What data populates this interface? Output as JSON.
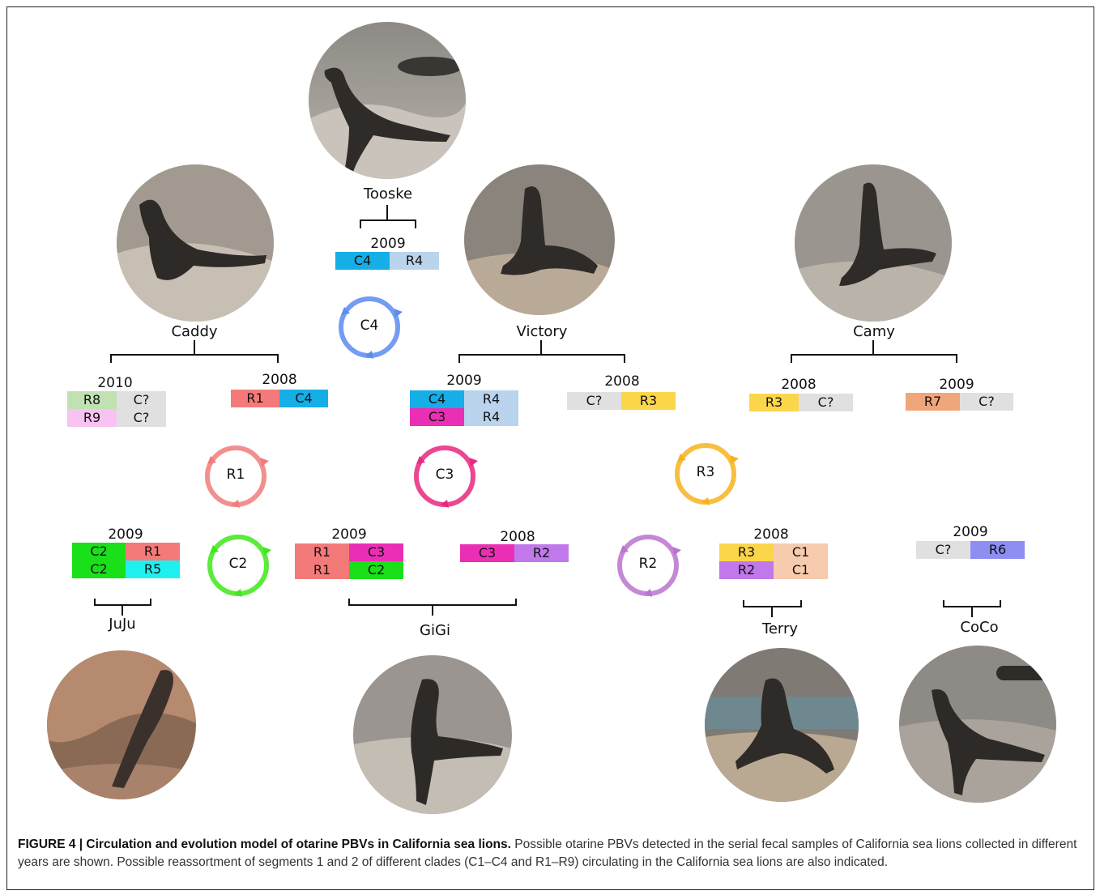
{
  "colors": {
    "C4": "#16aee6",
    "R4": "#b9d4ec",
    "R1": "#f47a7a",
    "C2": "#19e019",
    "R5": "#1ef0f0",
    "C3": "#ea2fb4",
    "R2": "#c078ea",
    "R3": "#fbd54a",
    "R6": "#8d8df2",
    "R7": "#f1a57a",
    "R8": "#c1e1b3",
    "R9": "#f8c2f1",
    "C1": "#f7cbad",
    "unknown": "#e0e0e0",
    "cycle_C4": "#5c8bf2",
    "cycle_R1": "#f07c7c",
    "cycle_C3": "#e7287f",
    "cycle_C2": "#3ee81a",
    "cycle_R3": "#f6b31e",
    "cycle_R2": "#ba74cf"
  },
  "animals": {
    "tooske": "Tooske",
    "caddy": "Caddy",
    "victory": "Victory",
    "camy": "Camy",
    "juju": "JuJu",
    "gigi": "GiGi",
    "terry": "Terry",
    "coco": "CoCo"
  },
  "samples": {
    "tooske_2009": {
      "year": "2009",
      "rows": [
        [
          "C4",
          "R4"
        ]
      ]
    },
    "caddy_2010": {
      "year": "2010",
      "rows": [
        [
          "R8",
          "C?"
        ],
        [
          "R9",
          "C?"
        ]
      ]
    },
    "caddy_2008": {
      "year": "2008",
      "rows": [
        [
          "R1",
          "C4"
        ]
      ]
    },
    "victory_2009": {
      "year": "2009",
      "rows": [
        [
          "C4",
          "R4"
        ],
        [
          "C3",
          "R4"
        ]
      ]
    },
    "victory_2008": {
      "year": "2008",
      "rows": [
        [
          "C?",
          "R3"
        ]
      ]
    },
    "camy_2008": {
      "year": "2008",
      "rows": [
        [
          "R3",
          "C?"
        ]
      ]
    },
    "camy_2009": {
      "year": "2009",
      "rows": [
        [
          "R7",
          "C?"
        ]
      ]
    },
    "juju_2009": {
      "year": "2009",
      "rows": [
        [
          "C2",
          "R1"
        ],
        [
          "C2",
          "R5"
        ]
      ]
    },
    "gigi_2009": {
      "year": "2009",
      "rows": [
        [
          "R1",
          "C3"
        ],
        [
          "R1",
          "C2"
        ]
      ]
    },
    "gigi_2008": {
      "year": "2008",
      "rows": [
        [
          "C3",
          "R2"
        ]
      ]
    },
    "terry_2008": {
      "year": "2008",
      "rows": [
        [
          "R3",
          "C1"
        ],
        [
          "R2",
          "C1"
        ]
      ]
    },
    "coco_2009": {
      "year": "2009",
      "rows": [
        [
          "C?",
          "R6"
        ]
      ]
    }
  },
  "cycles": [
    "C4",
    "R1",
    "C2",
    "C3",
    "R3",
    "R2"
  ],
  "caption": {
    "bold": "FIGURE 4 | Circulation and evolution model of otarine PBVs in California sea lions.",
    "text": " Possible otarine PBVs detected in the serial fecal samples of California sea lions collected in different years are shown. Possible reassortment of segments 1 and 2 of different clades (C1–C4 and R1–R9) circulating in the California sea lions are also indicated."
  }
}
